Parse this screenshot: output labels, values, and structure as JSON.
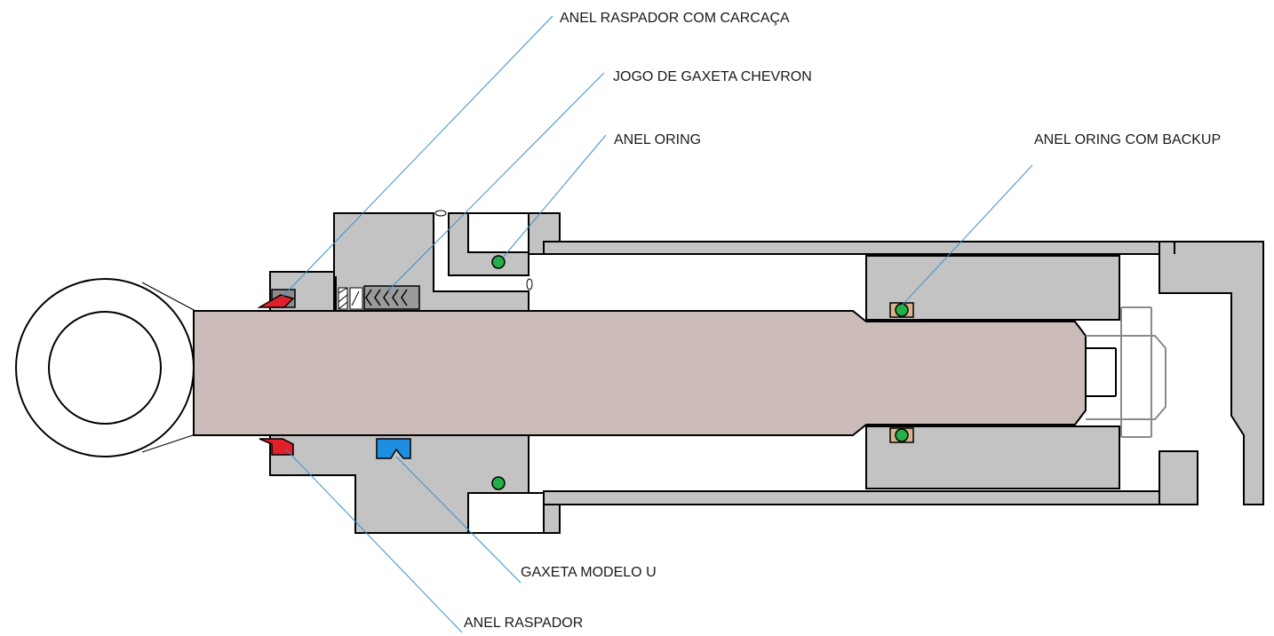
{
  "labels": {
    "anel_raspador_com_carcaca": "ANEL RASPADOR COM CARCAÇA",
    "jogo_de_gaxeta_chevron": "JOGO DE GAXETA CHEVRON",
    "anel_oring": "ANEL ORING",
    "anel_oring_com_backup": "ANEL ORING COM BACKUP",
    "gaxeta_modelo_u": "GAXETA MODELO U",
    "anel_raspador": "ANEL RASPADOR"
  },
  "colors": {
    "rod": "#cbbcb9",
    "housing": "#c3c3c3",
    "wiper": "#e0202a",
    "u_seal": "#1e8fe0",
    "oring": "#22b04a",
    "leader": "#3a8fc8",
    "outline": "#000000",
    "nut": "#8a8a8a"
  }
}
